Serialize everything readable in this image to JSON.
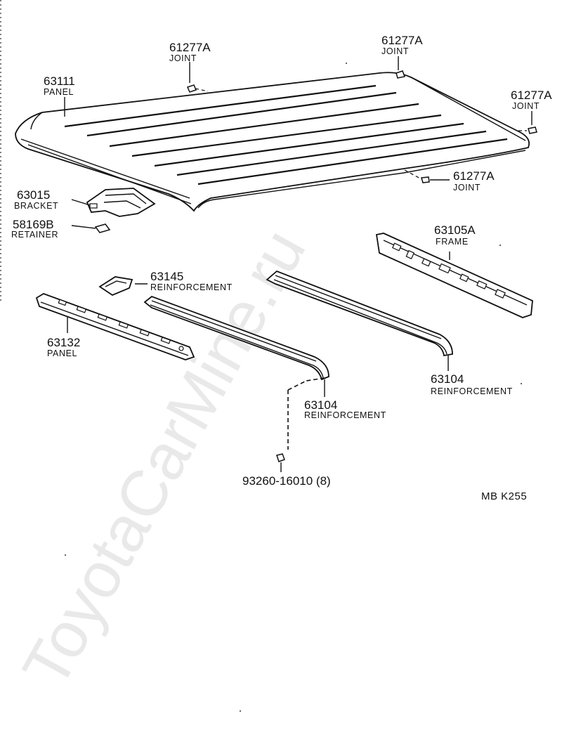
{
  "watermark": "ToyotaCarMine.ru",
  "diagram_code": "MB  K255",
  "parts": {
    "joint_top_left": {
      "number": "61277A",
      "name": "JOINT"
    },
    "joint_top_right": {
      "number": "61277A",
      "name": "JOINT"
    },
    "joint_right": {
      "number": "61277A",
      "name": "JOINT"
    },
    "joint_lower": {
      "number": "61277A",
      "name": "JOINT"
    },
    "roof_panel": {
      "number": "63111",
      "name": "PANEL"
    },
    "bracket": {
      "number": "63015",
      "name": "BRACKET"
    },
    "retainer": {
      "number": "58169B",
      "name": "RETAINER"
    },
    "frame": {
      "number": "63105A",
      "name": "FRAME"
    },
    "reinforcement_small": {
      "number": "63145",
      "name": "REINFORCEMENT"
    },
    "side_panel": {
      "number": "63132",
      "name": "PANEL"
    },
    "reinforcement_rear": {
      "number": "63104",
      "name": "REINFORCEMENT"
    },
    "reinforcement_front": {
      "number": "63104",
      "name": "REINFORCEMENT"
    },
    "bolt": {
      "number": "93260-16010 (8)"
    }
  }
}
